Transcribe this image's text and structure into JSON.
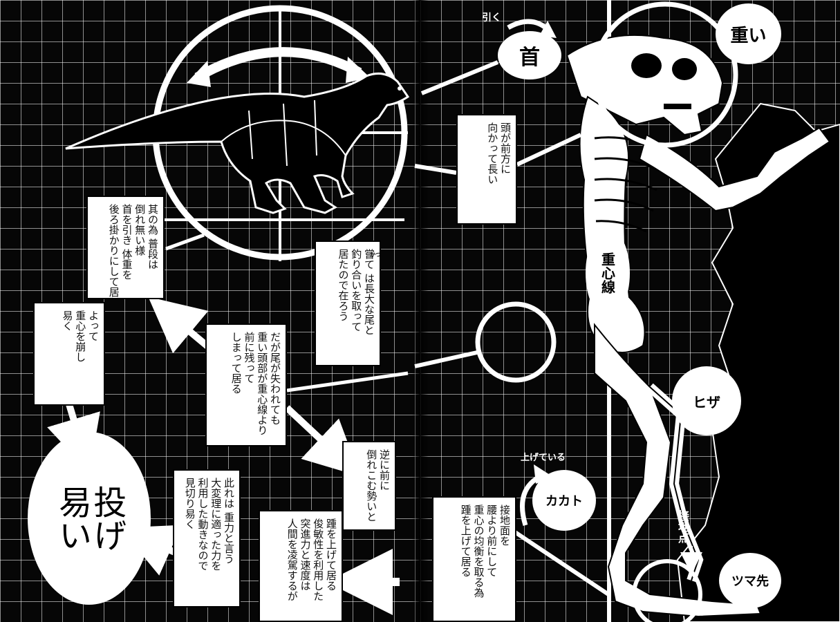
{
  "left_page": {
    "text_box_tilt_back": "其の為 普段は\n倒れ無い様\n首を引き 体重を\n後ろ掛かりにして居る",
    "text_box_balance": "嘗て は長大な尾と\n釣り合いを取って\n居たので在ろう",
    "text_box_tail_lost": "だが尾が失われても\n重い頭部が重心線より\n前に残って\nしまって居る",
    "text_box_unbalance": "よって\n重心を崩し\n易く",
    "text_box_forward": "逆に前に\n倒れこむ勢いと",
    "text_box_gravity": "此れは 重力と言う\n大変理に適った力を\n利用した動きなので\n見切り易く",
    "text_box_heel": "踵を上げて居る\n俊敏性を利用した\n突進力と速度は\n人間を凌駕するが",
    "oval_text": "投げ\n易い",
    "furigana": "かつ"
  },
  "right_page": {
    "text_box_head": "頭が前方に\n向かって長い",
    "text_box_ground": "接地面を\n腰より前にして\n重心の均衡を取る為\n踵を上げて居る",
    "label_neck": "首",
    "label_pull": "引く",
    "label_heavy": "重い",
    "label_center_line": "重心線",
    "label_knee": "ヒザ",
    "label_heel": "カカト",
    "label_raised": "上げている",
    "label_contact": "接地点",
    "label_toe": "ツマ先"
  }
}
